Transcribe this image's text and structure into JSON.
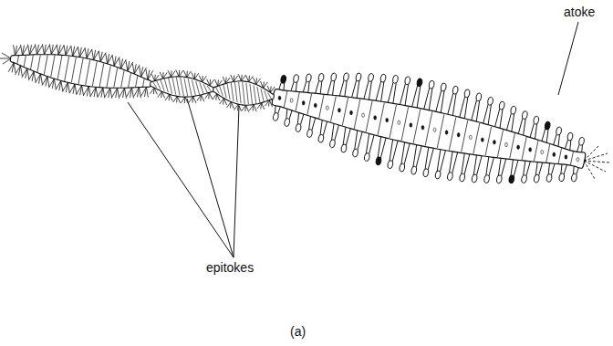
{
  "diagram": {
    "labels": [
      "atoke",
      "epitokes",
      "(a)"
    ]
  }
}
